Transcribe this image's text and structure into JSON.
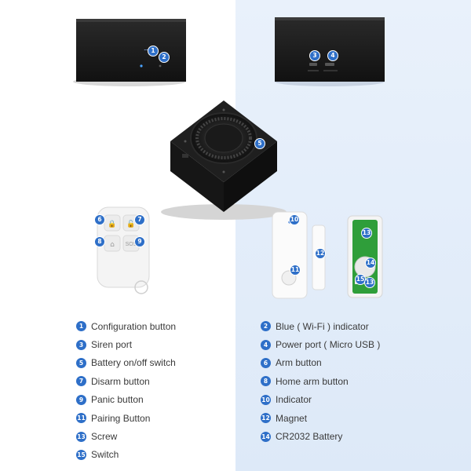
{
  "callouts": {
    "c1": "1",
    "c2": "2",
    "c3": "3",
    "c4": "4",
    "c5": "5",
    "c6": "6",
    "c7": "7",
    "c8": "8",
    "c9": "9",
    "c10": "10",
    "c11": "11",
    "c12": "12",
    "c13": "13",
    "c14": "14",
    "c15": "15"
  },
  "remote": {
    "sos_label": "SOS"
  },
  "legend": {
    "left": [
      {
        "num": "1",
        "label": "Configuration button"
      },
      {
        "num": "3",
        "label": "Siren port"
      },
      {
        "num": "5",
        "label": "Battery on/off switch"
      },
      {
        "num": "7",
        "label": "Disarm button"
      },
      {
        "num": "9",
        "label": "Panic button"
      },
      {
        "num": "11",
        "label": "Pairing Button"
      },
      {
        "num": "13",
        "label": "Screw"
      },
      {
        "num": "15",
        "label": "Switch"
      }
    ],
    "right": [
      {
        "num": "2",
        "label": "Blue ( Wi-Fi ) indicator"
      },
      {
        "num": "4",
        "label": "Power port ( Micro USB )"
      },
      {
        "num": "6",
        "label": "Arm button"
      },
      {
        "num": "8",
        "label": "Home arm button"
      },
      {
        "num": "10",
        "label": "Indicator"
      },
      {
        "num": "12",
        "label": "Magnet"
      },
      {
        "num": "14",
        "label": "CR2032 Battery"
      }
    ]
  },
  "colors": {
    "accent": "#2e6fc8",
    "hub": "#1b1b1b",
    "pcb": "#2f9e3a"
  }
}
